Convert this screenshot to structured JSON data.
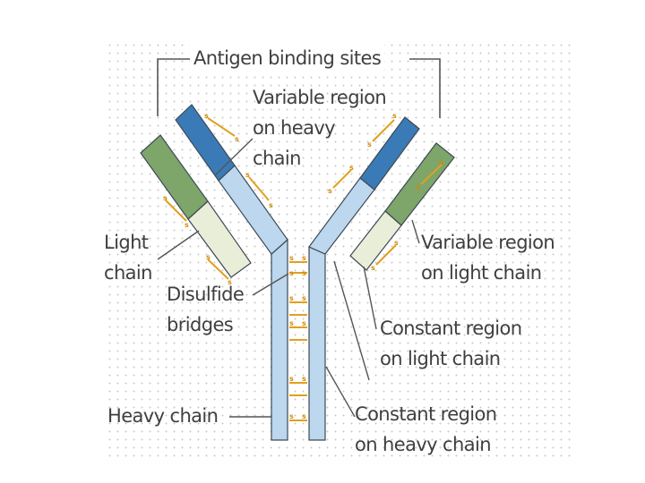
{
  "labels": {
    "antigen_binding_sites": "Antigen binding sites",
    "variable_heavy": [
      "Variable region",
      "on heavy",
      "chain"
    ],
    "light_chain": [
      "Light",
      "chain"
    ],
    "disulfide": [
      "Disulfide",
      "bridges"
    ],
    "variable_light": [
      "Variable region",
      "on light chain"
    ],
    "constant_light": [
      "Constant region",
      "on light chain"
    ],
    "heavy_chain": "Heavy chain",
    "constant_heavy": [
      "Constant region",
      "on heavy chain"
    ]
  },
  "bond_label": "s",
  "colors": {
    "variable_heavy": "#3a7ab7",
    "constant_heavy": "#bcd7ee",
    "variable_light": "#7ea56a",
    "constant_light": "#e9eed8",
    "outline": "#3d4a55",
    "bond": "#e1a01d",
    "text": "#3f3f3f"
  }
}
